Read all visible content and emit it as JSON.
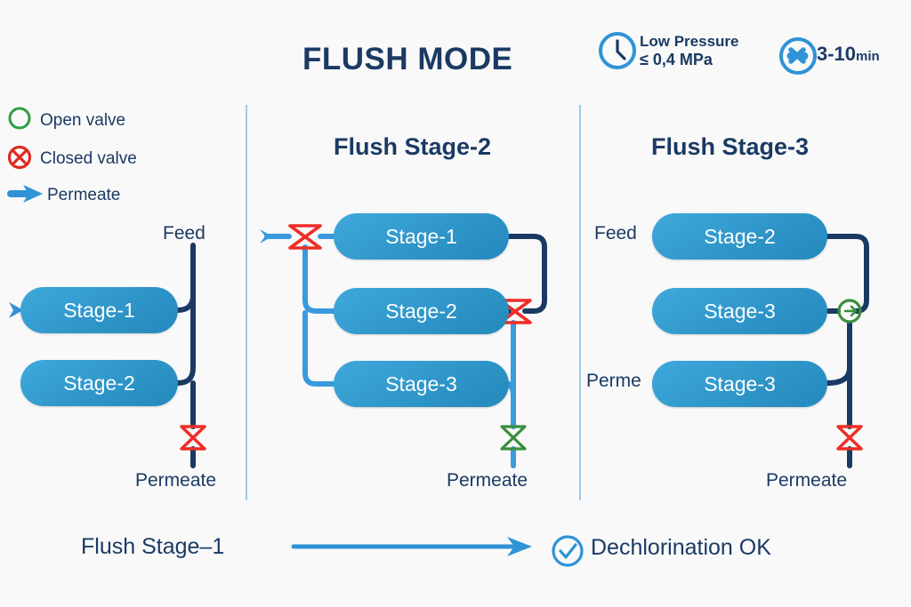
{
  "page": {
    "title": "FLUSH MODE",
    "background": "#f9f9fa",
    "accent_blue": "#2f96c9",
    "navy": "#1b3a63",
    "pipe_light_blue": "#3a9ae0",
    "valve_closed_color": "#ef2d26",
    "valve_open_color": "#2f9e41"
  },
  "badges": [
    {
      "icon": "clock-icon",
      "line1": "Low Pressure",
      "line2": "≤ 0,4 MPa"
    },
    {
      "icon": "timer-icon",
      "value": "3-10",
      "unit": "min"
    }
  ],
  "legend": {
    "items": [
      {
        "icon": "open-valve-icon",
        "label": "Open valve"
      },
      {
        "icon": "closed-valve-icon",
        "label": "Closed valve"
      },
      {
        "icon": "permeate-arrow-icon",
        "label": "Permeate"
      }
    ]
  },
  "panels": [
    {
      "id": "panel-1",
      "title": "",
      "feed_label": "Feed",
      "permeate_label": "Permeate",
      "stages": [
        "Stage-1",
        "Stage-2"
      ],
      "valves": [
        {
          "type": "closed",
          "name": "permeate-valve"
        }
      ]
    },
    {
      "id": "panel-2",
      "title": "Flush Stage-2",
      "permeate_label": "Permeate",
      "stages": [
        "Stage-1",
        "Stage-2",
        "Stage-3"
      ],
      "valves": [
        {
          "type": "closed",
          "name": "stage1-inlet-valve"
        },
        {
          "type": "closed",
          "name": "stage2-outlet-valve"
        },
        {
          "type": "open",
          "name": "permeate-valve"
        }
      ]
    },
    {
      "id": "panel-3",
      "title": "Flush Stage-3",
      "feed_label": "Feed",
      "permeate_side_label": "Perme",
      "permeate_label": "Permeate",
      "stages": [
        "Stage-2",
        "Stage-3",
        "Stage-3"
      ],
      "valves": [
        {
          "type": "open",
          "name": "stage3-outlet-valve"
        },
        {
          "type": "closed",
          "name": "permeate-valve"
        }
      ]
    }
  ],
  "footer": {
    "left_label": "Flush Stage–1",
    "arrow": "long-arrow-right-icon",
    "status_icon": "check-circle-icon",
    "status_label": "Dechlorination OK"
  }
}
